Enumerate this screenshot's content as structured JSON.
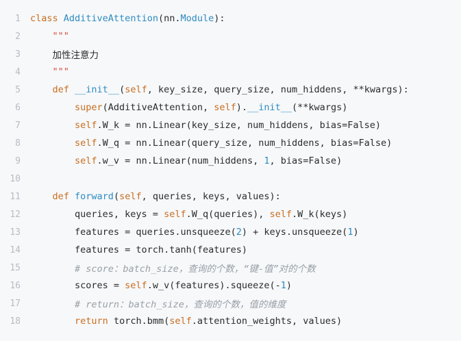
{
  "code_lines": [
    {
      "n": "1",
      "tokens": [
        {
          "t": "class ",
          "c": "kw"
        },
        {
          "t": "AdditiveAttention",
          "c": "fn"
        },
        {
          "t": "(nn.",
          "c": "pl"
        },
        {
          "t": "Module",
          "c": "fn"
        },
        {
          "t": "):",
          "c": "pl"
        }
      ]
    },
    {
      "n": "2",
      "tokens": [
        {
          "t": "    ",
          "c": "pl"
        },
        {
          "t": "\"\"\"",
          "c": "str"
        }
      ]
    },
    {
      "n": "3",
      "tokens": [
        {
          "t": "    ",
          "c": "pl"
        },
        {
          "t": "加性注意力",
          "c": "zh"
        }
      ]
    },
    {
      "n": "4",
      "tokens": [
        {
          "t": "    ",
          "c": "pl"
        },
        {
          "t": "\"\"\"",
          "c": "str"
        }
      ]
    },
    {
      "n": "5",
      "tokens": [
        {
          "t": "    ",
          "c": "pl"
        },
        {
          "t": "def ",
          "c": "kw"
        },
        {
          "t": "__init__",
          "c": "fn"
        },
        {
          "t": "(",
          "c": "pl"
        },
        {
          "t": "self",
          "c": "kw"
        },
        {
          "t": ", key_size, query_size, num_hiddens, **kwargs):",
          "c": "pl"
        }
      ]
    },
    {
      "n": "6",
      "tokens": [
        {
          "t": "        ",
          "c": "pl"
        },
        {
          "t": "super",
          "c": "kw"
        },
        {
          "t": "(AdditiveAttention, ",
          "c": "pl"
        },
        {
          "t": "self",
          "c": "kw"
        },
        {
          "t": ").",
          "c": "pl"
        },
        {
          "t": "__init__",
          "c": "fn"
        },
        {
          "t": "(**kwargs)",
          "c": "pl"
        }
      ]
    },
    {
      "n": "7",
      "tokens": [
        {
          "t": "        ",
          "c": "pl"
        },
        {
          "t": "self",
          "c": "kw"
        },
        {
          "t": ".W_k = nn.Linear(key_size, num_hiddens, bias=False)",
          "c": "pl"
        }
      ]
    },
    {
      "n": "8",
      "tokens": [
        {
          "t": "        ",
          "c": "pl"
        },
        {
          "t": "self",
          "c": "kw"
        },
        {
          "t": ".W_q = nn.Linear(query_size, num_hiddens, bias=False)",
          "c": "pl"
        }
      ]
    },
    {
      "n": "9",
      "tokens": [
        {
          "t": "        ",
          "c": "pl"
        },
        {
          "t": "self",
          "c": "kw"
        },
        {
          "t": ".w_v = nn.Linear(num_hiddens, ",
          "c": "pl"
        },
        {
          "t": "1",
          "c": "fn"
        },
        {
          "t": ", bias=False)",
          "c": "pl"
        }
      ]
    },
    {
      "n": "10",
      "tokens": []
    },
    {
      "n": "11",
      "tokens": [
        {
          "t": "    ",
          "c": "pl"
        },
        {
          "t": "def ",
          "c": "kw"
        },
        {
          "t": "forward",
          "c": "fn"
        },
        {
          "t": "(",
          "c": "pl"
        },
        {
          "t": "self",
          "c": "kw"
        },
        {
          "t": ", queries, keys, values):",
          "c": "pl"
        }
      ]
    },
    {
      "n": "12",
      "tokens": [
        {
          "t": "        queries, keys = ",
          "c": "pl"
        },
        {
          "t": "self",
          "c": "kw"
        },
        {
          "t": ".W_q(queries), ",
          "c": "pl"
        },
        {
          "t": "self",
          "c": "kw"
        },
        {
          "t": ".W_k(keys)",
          "c": "pl"
        }
      ]
    },
    {
      "n": "13",
      "tokens": [
        {
          "t": "        features = queries.unsqueeze(",
          "c": "pl"
        },
        {
          "t": "2",
          "c": "fn"
        },
        {
          "t": ") + keys.unsqueeze(",
          "c": "pl"
        },
        {
          "t": "1",
          "c": "fn"
        },
        {
          "t": ")",
          "c": "pl"
        }
      ]
    },
    {
      "n": "14",
      "tokens": [
        {
          "t": "        features = torch.tanh(features)",
          "c": "pl"
        }
      ]
    },
    {
      "n": "15",
      "tokens": [
        {
          "t": "        ",
          "c": "pl"
        },
        {
          "t": "# score：batch_size，查询的个数，“键-值”对的个数",
          "c": "cm"
        }
      ]
    },
    {
      "n": "16",
      "tokens": [
        {
          "t": "        scores = ",
          "c": "pl"
        },
        {
          "t": "self",
          "c": "kw"
        },
        {
          "t": ".w_v(features).squeeze(-",
          "c": "pl"
        },
        {
          "t": "1",
          "c": "fn"
        },
        {
          "t": ")",
          "c": "pl"
        }
      ]
    },
    {
      "n": "17",
      "tokens": [
        {
          "t": "        ",
          "c": "pl"
        },
        {
          "t": "# return：batch_size，查询的个数，值的维度",
          "c": "cm"
        }
      ]
    },
    {
      "n": "18",
      "tokens": [
        {
          "t": "        ",
          "c": "pl"
        },
        {
          "t": "return ",
          "c": "kw"
        },
        {
          "t": "torch.bmm(",
          "c": "pl"
        },
        {
          "t": "self",
          "c": "kw"
        },
        {
          "t": ".attention_weights, values)",
          "c": "pl"
        }
      ]
    }
  ]
}
